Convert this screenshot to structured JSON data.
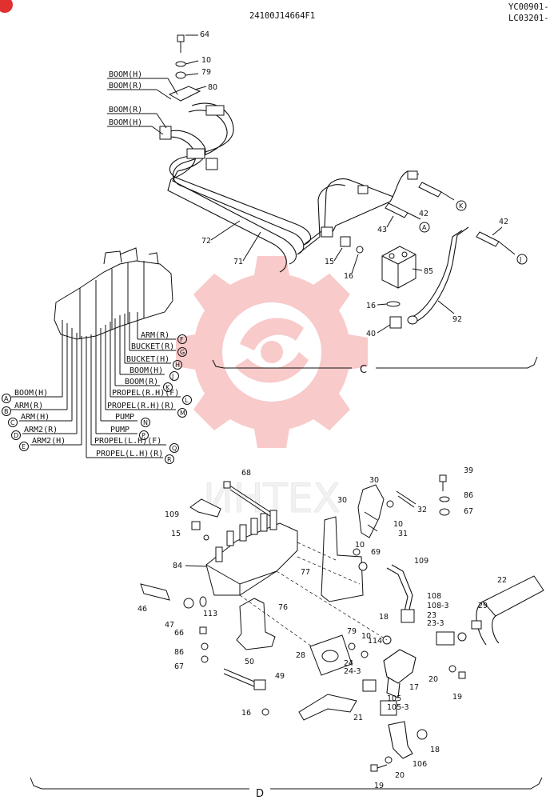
{
  "header": {
    "drawing_no": "24100J14664F1",
    "ref_line1": "YC00901-",
    "ref_line2": "LC03201-"
  },
  "watermark": {
    "text": "ИНТЕХ",
    "color": "#f08a8a"
  },
  "section_c": {
    "letter": "C",
    "top_labels": [
      {
        "id": "64",
        "text": "64"
      },
      {
        "id": "10",
        "text": "10"
      },
      {
        "id": "79",
        "text": "79"
      },
      {
        "id": "80",
        "text": "80"
      },
      {
        "id": "72",
        "text": "72"
      },
      {
        "id": "71",
        "text": "71"
      },
      {
        "id": "15",
        "text": "15"
      },
      {
        "id": "16a",
        "text": "16"
      },
      {
        "id": "85",
        "text": "85"
      },
      {
        "id": "16b",
        "text": "16"
      },
      {
        "id": "40",
        "text": "40"
      },
      {
        "id": "92",
        "text": "92"
      },
      {
        "id": "42a",
        "text": "42"
      },
      {
        "id": "43",
        "text": "43"
      },
      {
        "id": "42b",
        "text": "42"
      }
    ],
    "boom_labels": [
      "BOOM(H)",
      "BOOM(R)",
      "BOOM(R)",
      "BOOM(H)"
    ],
    "pipe_ends": [
      "K",
      "A",
      "J"
    ],
    "right_port_labels": [
      {
        "text": "ARM(R)",
        "letter": "F"
      },
      {
        "text": "BUCKET(R)",
        "letter": "G"
      },
      {
        "text": "BUCKET(H)",
        "letter": "H"
      },
      {
        "text": "BOOM(H)",
        "letter": "J"
      },
      {
        "text": "BOOM(R)",
        "letter": "K"
      },
      {
        "text": "PROPEL(R.H)(F)",
        "letter": "L"
      },
      {
        "text": "PROPEL(R.H)(R)",
        "letter": "M"
      },
      {
        "text": "PUMP",
        "letter": "N"
      },
      {
        "text": "PUMP",
        "letter": "P"
      },
      {
        "text": "PROPEL(L.H)(F)",
        "letter": "Q"
      },
      {
        "text": "PROPEL(L.H)(R)",
        "letter": "R"
      }
    ],
    "left_port_labels": [
      {
        "text": "BOOM(H)",
        "letter": "A"
      },
      {
        "text": "ARM(R)",
        "letter": "B"
      },
      {
        "text": "ARM(H)",
        "letter": "C"
      },
      {
        "text": "ARM2(R)",
        "letter": "D"
      },
      {
        "text": "ARM2(H)",
        "letter": "E"
      }
    ]
  },
  "section_d": {
    "letter": "D",
    "labels": [
      {
        "id": "68",
        "text": "68"
      },
      {
        "id": "109a",
        "text": "109"
      },
      {
        "id": "15",
        "text": "15"
      },
      {
        "id": "30a",
        "text": "30"
      },
      {
        "id": "30b",
        "text": "30"
      },
      {
        "id": "31",
        "text": "31"
      },
      {
        "id": "10a",
        "text": "10"
      },
      {
        "id": "32",
        "text": "32"
      },
      {
        "id": "39",
        "text": "39"
      },
      {
        "id": "86a",
        "text": "86"
      },
      {
        "id": "67a",
        "text": "67"
      },
      {
        "id": "10b",
        "text": "10"
      },
      {
        "id": "69",
        "text": "69"
      },
      {
        "id": "84",
        "text": "84"
      },
      {
        "id": "77",
        "text": "77"
      },
      {
        "id": "109b",
        "text": "109"
      },
      {
        "id": "22",
        "text": "22"
      },
      {
        "id": "46",
        "text": "46"
      },
      {
        "id": "47",
        "text": "47"
      },
      {
        "id": "113",
        "text": "113"
      },
      {
        "id": "76",
        "text": "76"
      },
      {
        "id": "108",
        "text": "108"
      },
      {
        "id": "108-3",
        "text": "108-3"
      },
      {
        "id": "23",
        "text": "23"
      },
      {
        "id": "23-3",
        "text": "23-3"
      },
      {
        "id": "29",
        "text": "29"
      },
      {
        "id": "66",
        "text": "66"
      },
      {
        "id": "18a",
        "text": "18"
      },
      {
        "id": "79",
        "text": "79"
      },
      {
        "id": "10c",
        "text": "10"
      },
      {
        "id": "114",
        "text": "114"
      },
      {
        "id": "86b",
        "text": "86"
      },
      {
        "id": "67b",
        "text": "67"
      },
      {
        "id": "50",
        "text": "50"
      },
      {
        "id": "28",
        "text": "28"
      },
      {
        "id": "24",
        "text": "24"
      },
      {
        "id": "24-3",
        "text": "24-3"
      },
      {
        "id": "20a",
        "text": "20"
      },
      {
        "id": "49",
        "text": "49"
      },
      {
        "id": "17",
        "text": "17"
      },
      {
        "id": "19a",
        "text": "19"
      },
      {
        "id": "105",
        "text": "105"
      },
      {
        "id": "105-3",
        "text": "105-3"
      },
      {
        "id": "16",
        "text": "16"
      },
      {
        "id": "21",
        "text": "21"
      },
      {
        "id": "18b",
        "text": "18"
      },
      {
        "id": "106",
        "text": "106"
      },
      {
        "id": "20b",
        "text": "20"
      },
      {
        "id": "19b",
        "text": "19"
      }
    ]
  }
}
